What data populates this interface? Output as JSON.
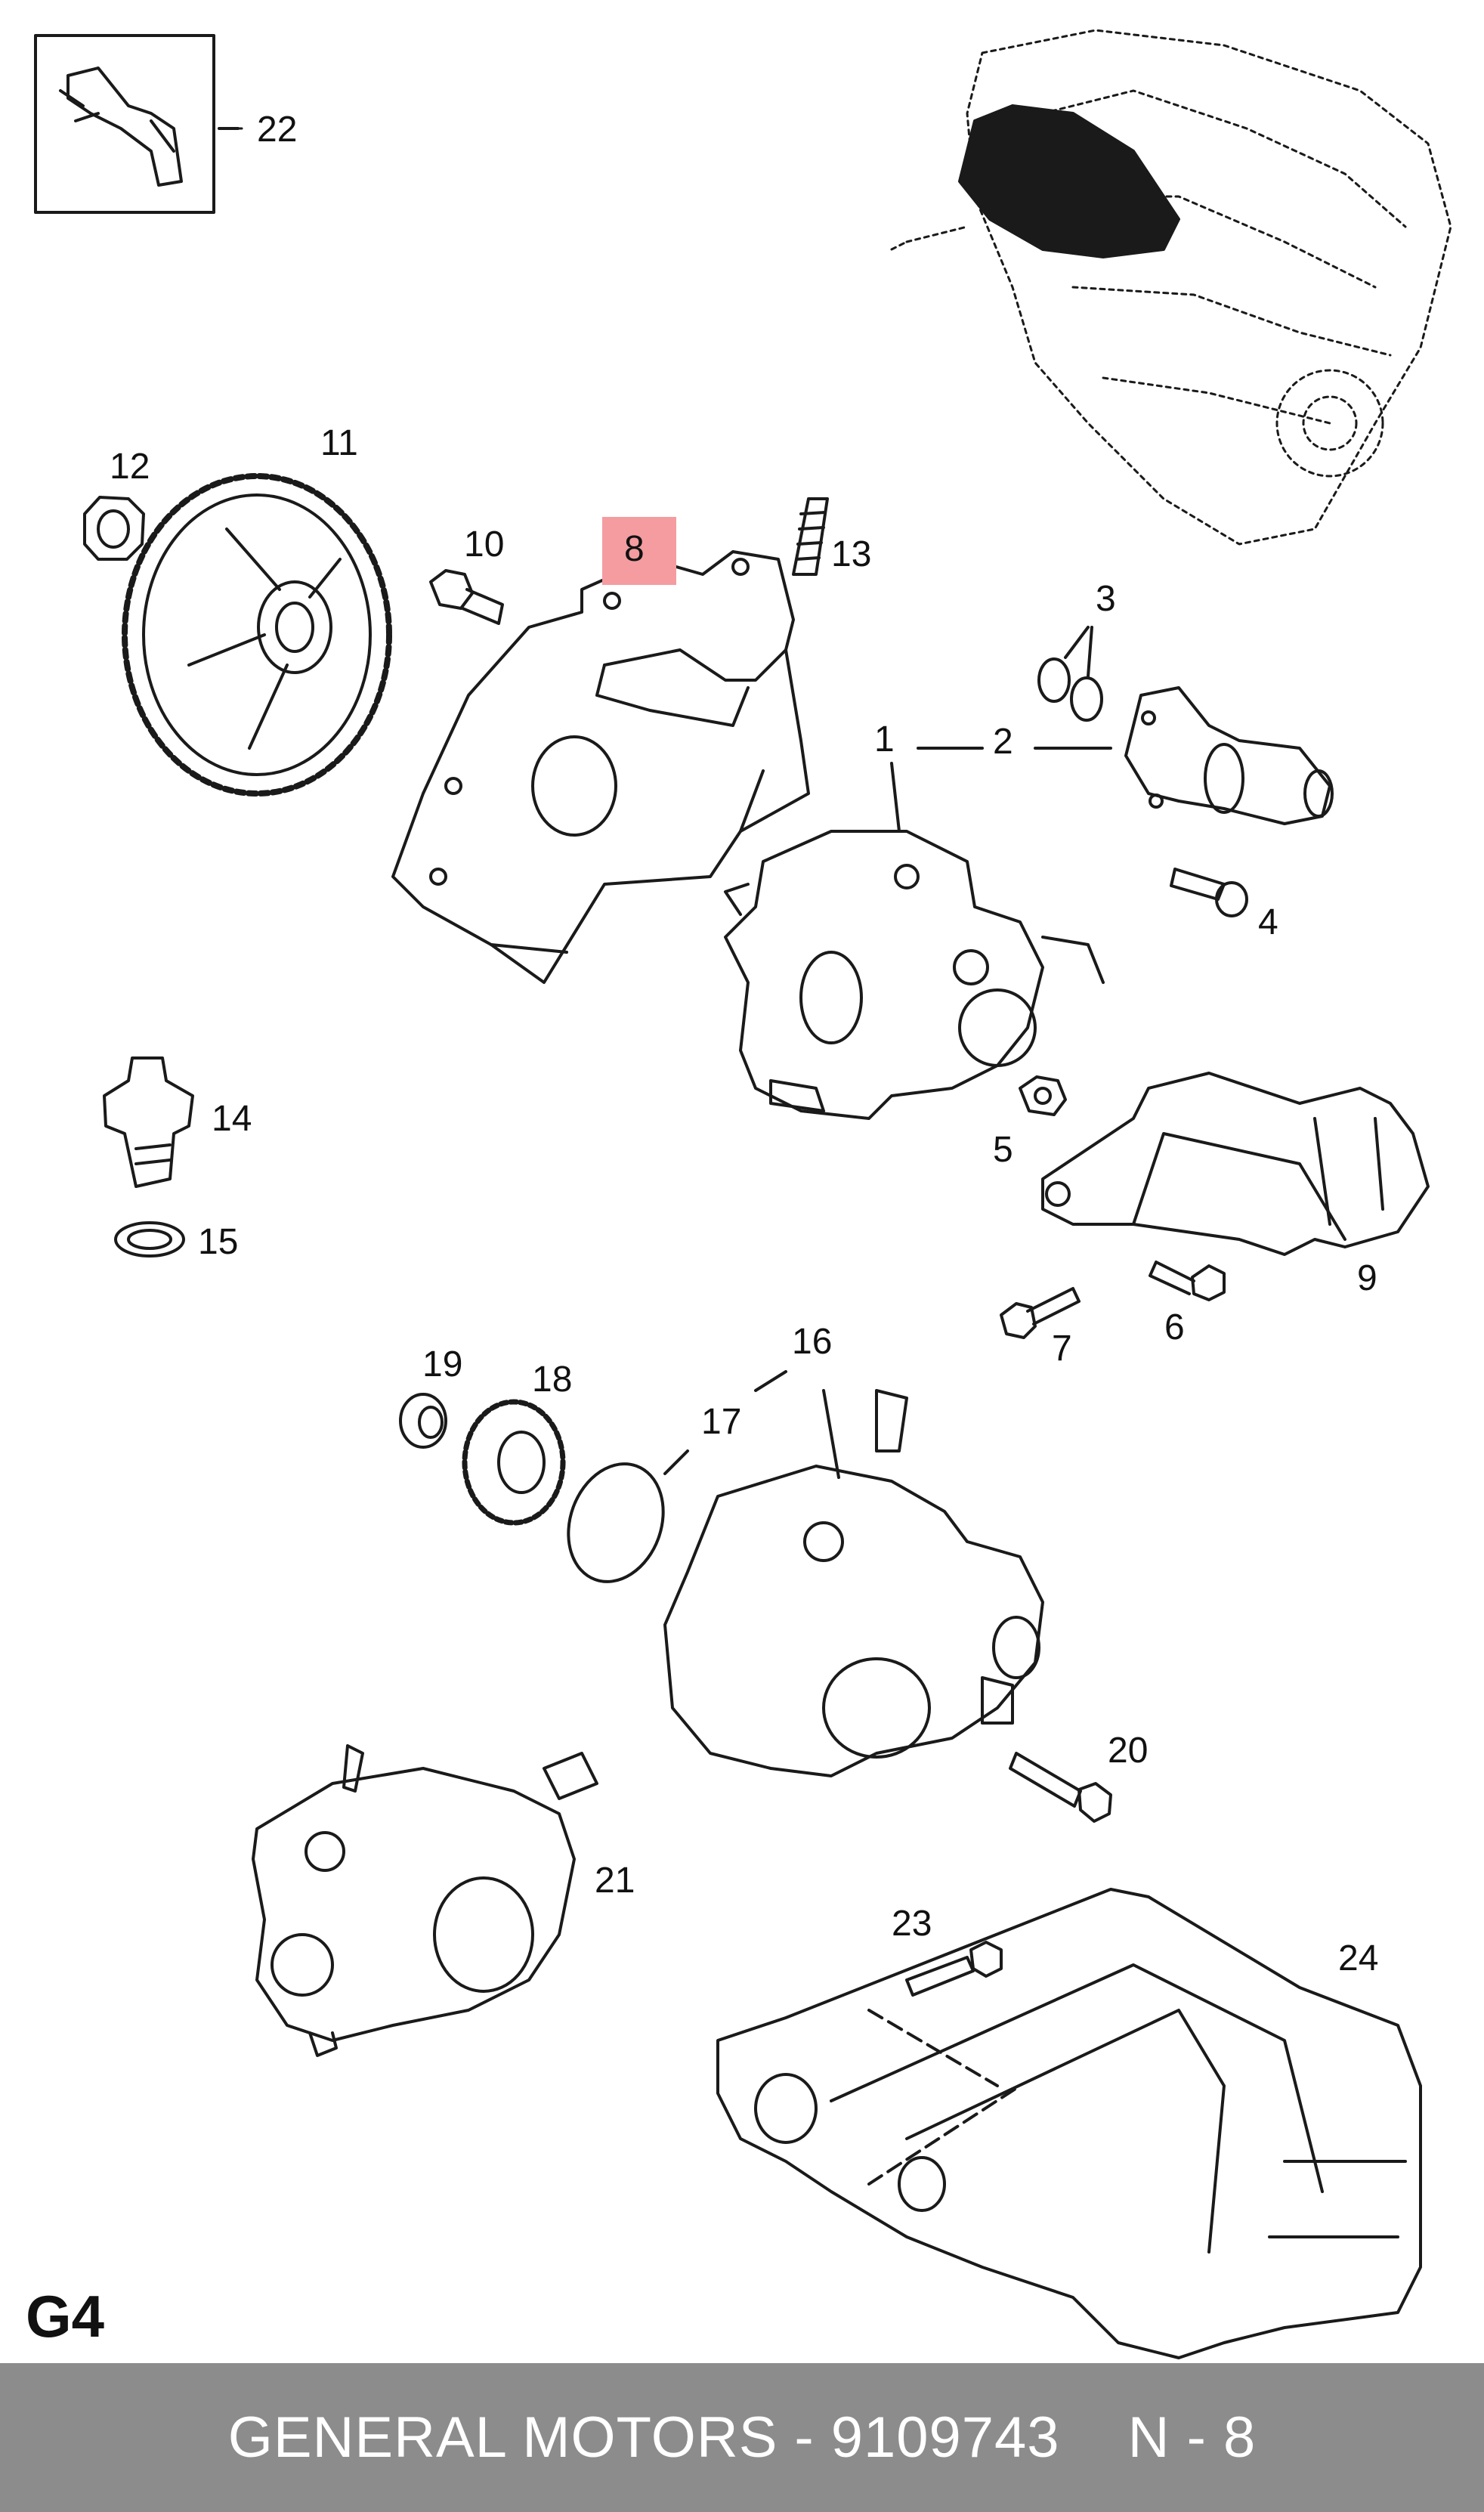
{
  "callouts": {
    "c1": "1",
    "c2": "2",
    "c3": "3",
    "c4": "4",
    "c5": "5",
    "c6": "6",
    "c7": "7",
    "c8": "8",
    "c9": "9",
    "c10": "10",
    "c11": "11",
    "c12": "12",
    "c13": "13",
    "c14": "14",
    "c15": "15",
    "c16": "16",
    "c17": "17",
    "c18": "18",
    "c19": "19",
    "c20": "20",
    "c21": "21",
    "c22": "22",
    "c23": "23",
    "c24": "24"
  },
  "highlighted_part": "8",
  "section_code": "G4",
  "footer": {
    "brand": "GENERAL MOTORS",
    "separator": "-",
    "part_number": "9109743",
    "ref_label": "N - 8"
  },
  "colors": {
    "line": "#1a1a1a",
    "highlight": "#f49ca0",
    "footer_bg": "#8c8c8c",
    "footer_text": "#ffffff"
  }
}
